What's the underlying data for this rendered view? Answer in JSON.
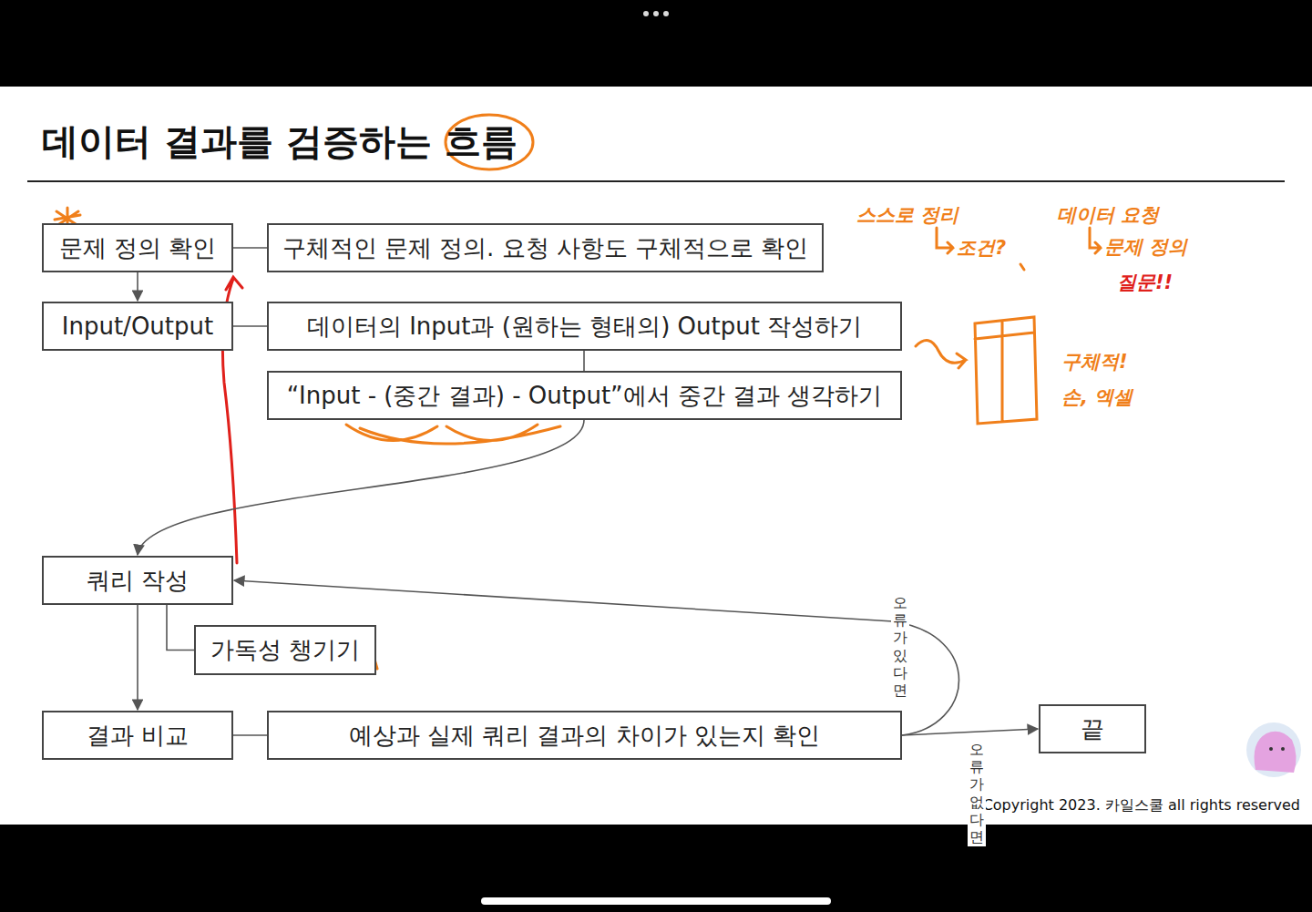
{
  "diagram": {
    "title": "데이터 결과를 검증하는 흐름",
    "nodes": [
      {
        "text": [
          "문제 정의 확인"
        ]
      },
      {
        "text": [
          "구체적인 문제 정의. 요청 사항도 구체적으로 확인"
        ]
      },
      {
        "text": [
          "Input/Output"
        ]
      },
      {
        "text": [
          "데이터의 Input과 (원하는 형태의) Output 작성하기"
        ]
      },
      {
        "text": [
          "“Input - (중간 결과) - Output”에서 중간 결과 생각하기"
        ]
      },
      {
        "text": [
          "쿼리 작성"
        ]
      },
      {
        "text": [
          "가독성 챙기기"
        ]
      },
      {
        "text": [
          "결과 비교"
        ]
      },
      {
        "text": [
          "예상과 실제 쿼리 결과의 차이가 있는지 확인"
        ]
      },
      {
        "text": [
          "끝"
        ]
      }
    ],
    "edges": [
      {
        "from": 0,
        "to": 1,
        "arrow": "none"
      },
      {
        "from": 0,
        "to": 2,
        "arrow": "to"
      },
      {
        "from": 2,
        "to": 3,
        "arrow": "none"
      },
      {
        "from": 3,
        "to": 4,
        "arrow": "none"
      },
      {
        "from": 4,
        "to": 5,
        "arrow": "to"
      },
      {
        "from": 5,
        "to": 6,
        "arrow": "none"
      },
      {
        "from": 5,
        "to": 7,
        "arrow": "to"
      },
      {
        "from": 7,
        "to": 8,
        "arrow": "none"
      },
      {
        "from": 8,
        "to": 5,
        "label": "오류가 있다면",
        "arrow": "to"
      },
      {
        "from": 8,
        "to": 9,
        "label": "오류가 없다면",
        "arrow": "to"
      }
    ],
    "labels": [
      "스스로 정리",
      "조건?",
      "데이터 요청",
      "문제 정의",
      "질문!!",
      "구체적!",
      "손, 엑셀",
      "Copyright 2023. 카일스쿨 all rights reserved"
    ]
  }
}
